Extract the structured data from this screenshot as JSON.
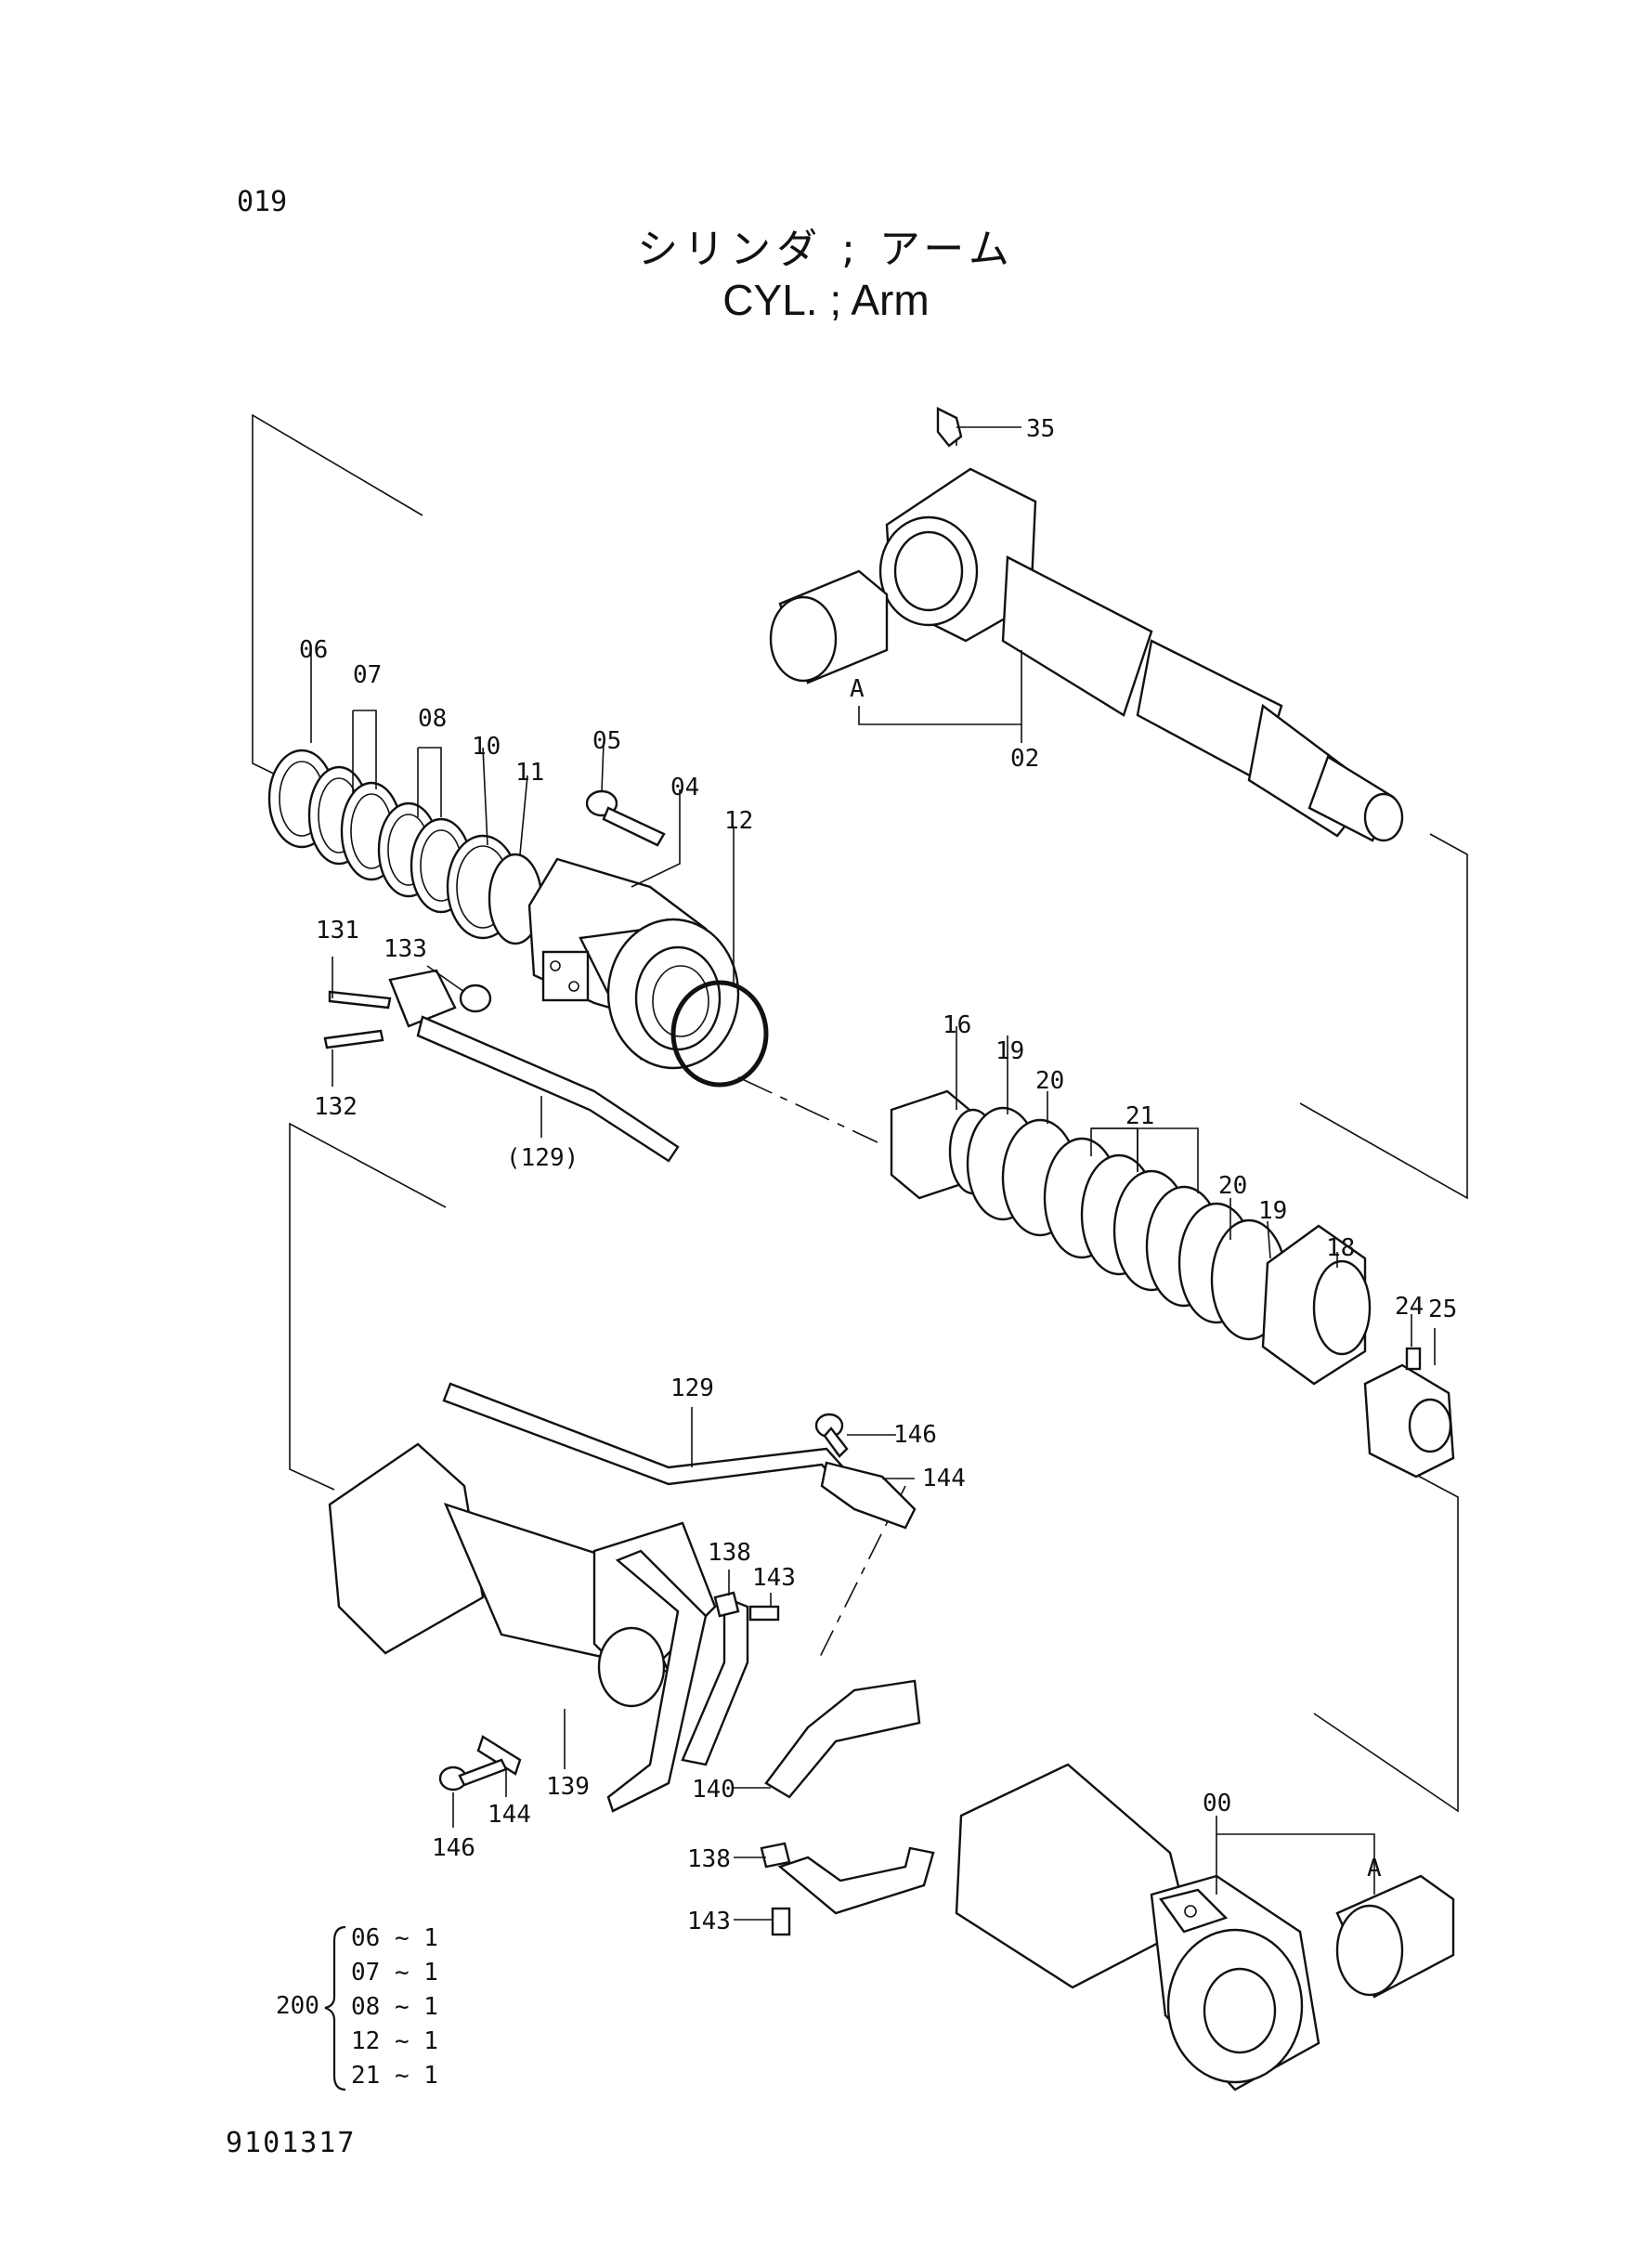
{
  "header": {
    "page_number": "019",
    "title_jp": "シリンダ ; アーム",
    "title_en": "CYL. ; Arm"
  },
  "footer": {
    "doc_code": "9101317"
  },
  "callouts": {
    "c35": "35",
    "c02": "02",
    "cA1": "A",
    "c06": "06",
    "c07": "07",
    "c08": "08",
    "c10": "10",
    "c11": "11",
    "c05": "05",
    "c04": "04",
    "c12": "12",
    "c131": "131",
    "c133": "133",
    "c132": "132",
    "c129p": "(129)",
    "c16": "16",
    "c19a": "19",
    "c20a": "20",
    "c21": "21",
    "c20b": "20",
    "c19b": "19",
    "c18": "18",
    "c24": "24",
    "c25": "25",
    "c129": "129",
    "c146a": "146",
    "c144a": "144",
    "c138a": "138",
    "c143a": "143",
    "c139": "139",
    "c144b": "144",
    "c146b": "146",
    "c140": "140",
    "c138b": "138",
    "c143b": "143",
    "c00": "00",
    "cA2": "A"
  },
  "kit": {
    "number": "200",
    "items": [
      "06 ~ 1",
      "07 ~ 1",
      "08 ~ 1",
      "12 ~ 1",
      "21 ~ 1"
    ]
  }
}
